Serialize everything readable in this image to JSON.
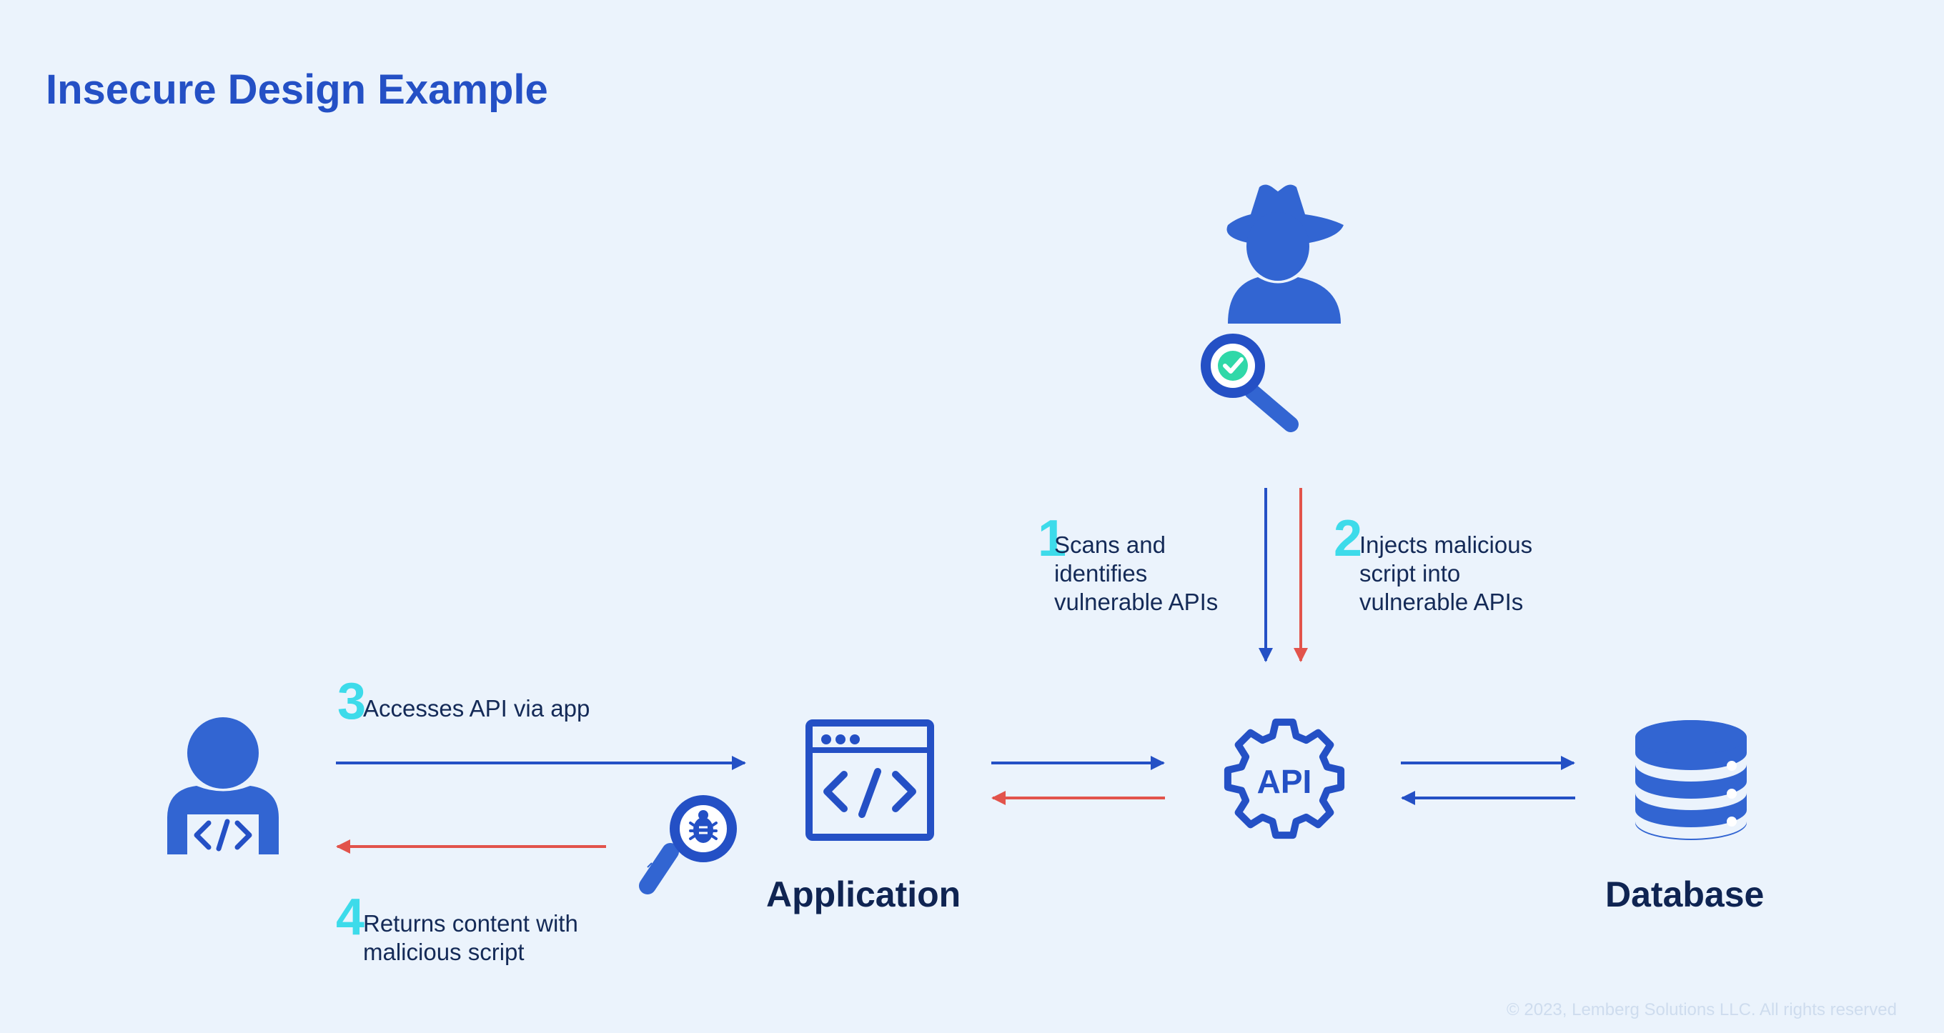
{
  "title": "Insecure Design Example",
  "steps": [
    {
      "number": "1",
      "text": "Scans and identifies vulnerable APIs"
    },
    {
      "number": "2",
      "text": "Injects malicious script into vulnerable APIs"
    },
    {
      "number": "3",
      "text": "Accesses API via app"
    },
    {
      "number": "4",
      "text": "Returns content with malicious script"
    }
  ],
  "nodes": {
    "application": "Application",
    "api": "API",
    "database": "Database"
  },
  "footer": "© 2023, Lemberg Solutions LLC. All rights reserved",
  "colors": {
    "background": "#ebf3fc",
    "primary_blue": "#2450c5",
    "icon_blue": "#3265d2",
    "danger_red": "#e2534b",
    "accent_cyan": "#3ddbea",
    "dark_text": "#0f2452"
  },
  "icons": [
    "hacker-icon",
    "magnifier-check-icon",
    "developer-user-icon",
    "code-window-icon",
    "api-gear-icon",
    "database-icon",
    "magnifier-bug-icon"
  ]
}
